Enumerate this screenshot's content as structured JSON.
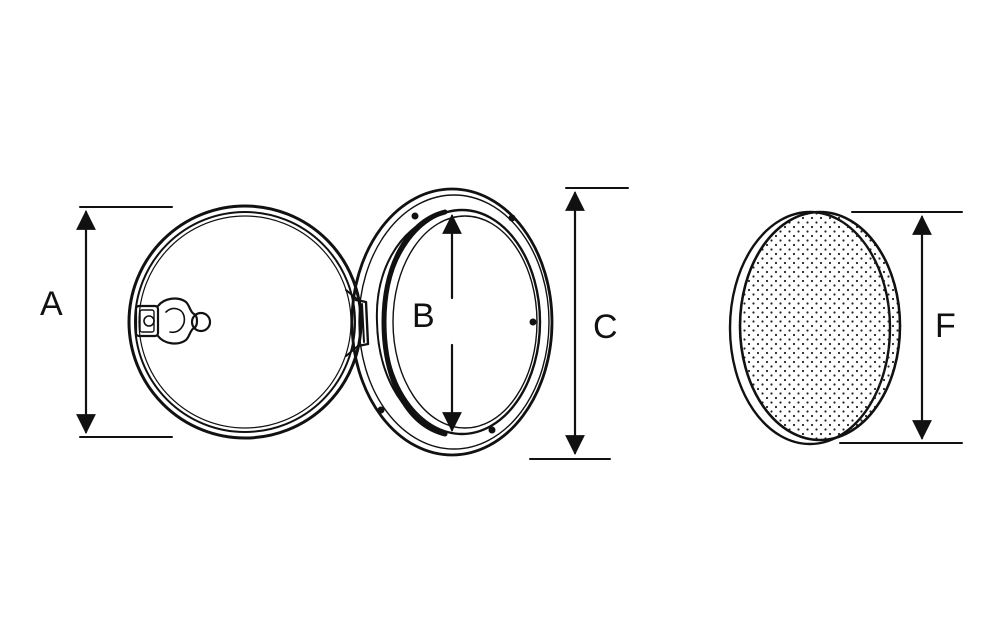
{
  "diagram": {
    "labels": {
      "a": "A",
      "b": "B",
      "c": "C",
      "f": "F"
    }
  },
  "colors": {
    "line": "#111111",
    "background": "#ffffff"
  }
}
